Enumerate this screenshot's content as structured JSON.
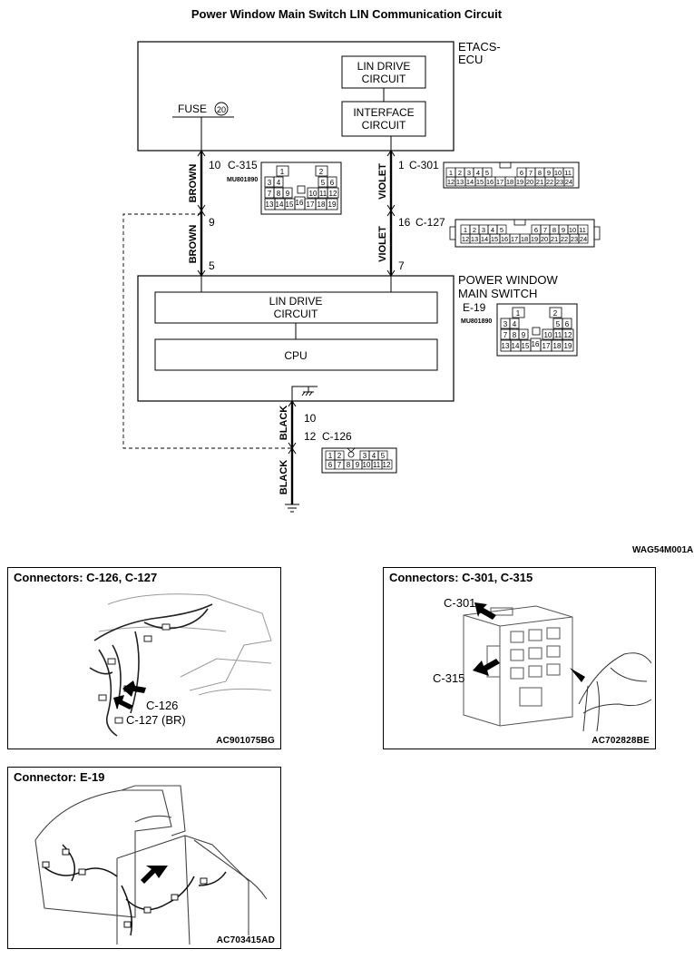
{
  "title": "Power Window Main Switch LIN Communication Circuit",
  "etacs": {
    "label_line1": "ETACS-",
    "label_line2": "ECU",
    "lin_drive_line1": "LIN DRIVE",
    "lin_drive_line2": "CIRCUIT",
    "interface_line1": "INTERFACE",
    "interface_line2": "CIRCUIT",
    "fuse_label": "FUSE",
    "fuse_number": "20"
  },
  "pwms": {
    "label_line1": "POWER WINDOW",
    "label_line2": "MAIN SWITCH",
    "connector": "E-19",
    "part_number": "MU801890",
    "lin_drive_line1": "LIN DRIVE",
    "lin_drive_line2": "CIRCUIT",
    "cpu": "CPU"
  },
  "wires": {
    "brown": "BROWN",
    "violet": "VIOLET",
    "black": "BLACK"
  },
  "connectors": {
    "c315": {
      "pin": "10",
      "name": "C-315",
      "part": "MU801890"
    },
    "c301": {
      "pin": "1",
      "name": "C-301"
    },
    "c127": {
      "pin": "16",
      "name": "C-127"
    },
    "c126": {
      "pin": "12",
      "name": "C-126"
    }
  },
  "pins": {
    "brown_mid": "9",
    "brown_bottom": "5",
    "violet_bottom": "7",
    "ground_pin": "10"
  },
  "connector_faces": {
    "grid16": [
      "1",
      "2",
      "3",
      "4",
      "5",
      "6",
      "7",
      "8",
      "9",
      "10",
      "11",
      "12",
      "13",
      "14",
      "15",
      "16",
      "17",
      "18",
      "19"
    ],
    "grid24_top": [
      "1",
      "2",
      "3",
      "4",
      "5",
      "6",
      "7",
      "8",
      "9",
      "10",
      "11"
    ],
    "grid24_bottom": [
      "12",
      "13",
      "14",
      "15",
      "16",
      "17",
      "18",
      "19",
      "20",
      "21",
      "22",
      "23",
      "24"
    ],
    "grid12_top": [
      "1",
      "2",
      "3",
      "4",
      "5"
    ],
    "grid12_bottom": [
      "6",
      "7",
      "8",
      "9",
      "10",
      "11",
      "12"
    ]
  },
  "figure_code": "WAG54M001A",
  "panels": {
    "c126_c127": {
      "title": "Connectors: C-126, C-127",
      "callout_a": "C-126",
      "callout_b": "C-127 (BR)",
      "code": "AC901075BG"
    },
    "c301_c315": {
      "title": "Connectors: C-301, C-315",
      "callout_a": "C-301",
      "callout_b": "C-315",
      "code": "AC702828BE"
    },
    "e19": {
      "title": "Connector: E-19",
      "code": "AC703415AD"
    }
  }
}
